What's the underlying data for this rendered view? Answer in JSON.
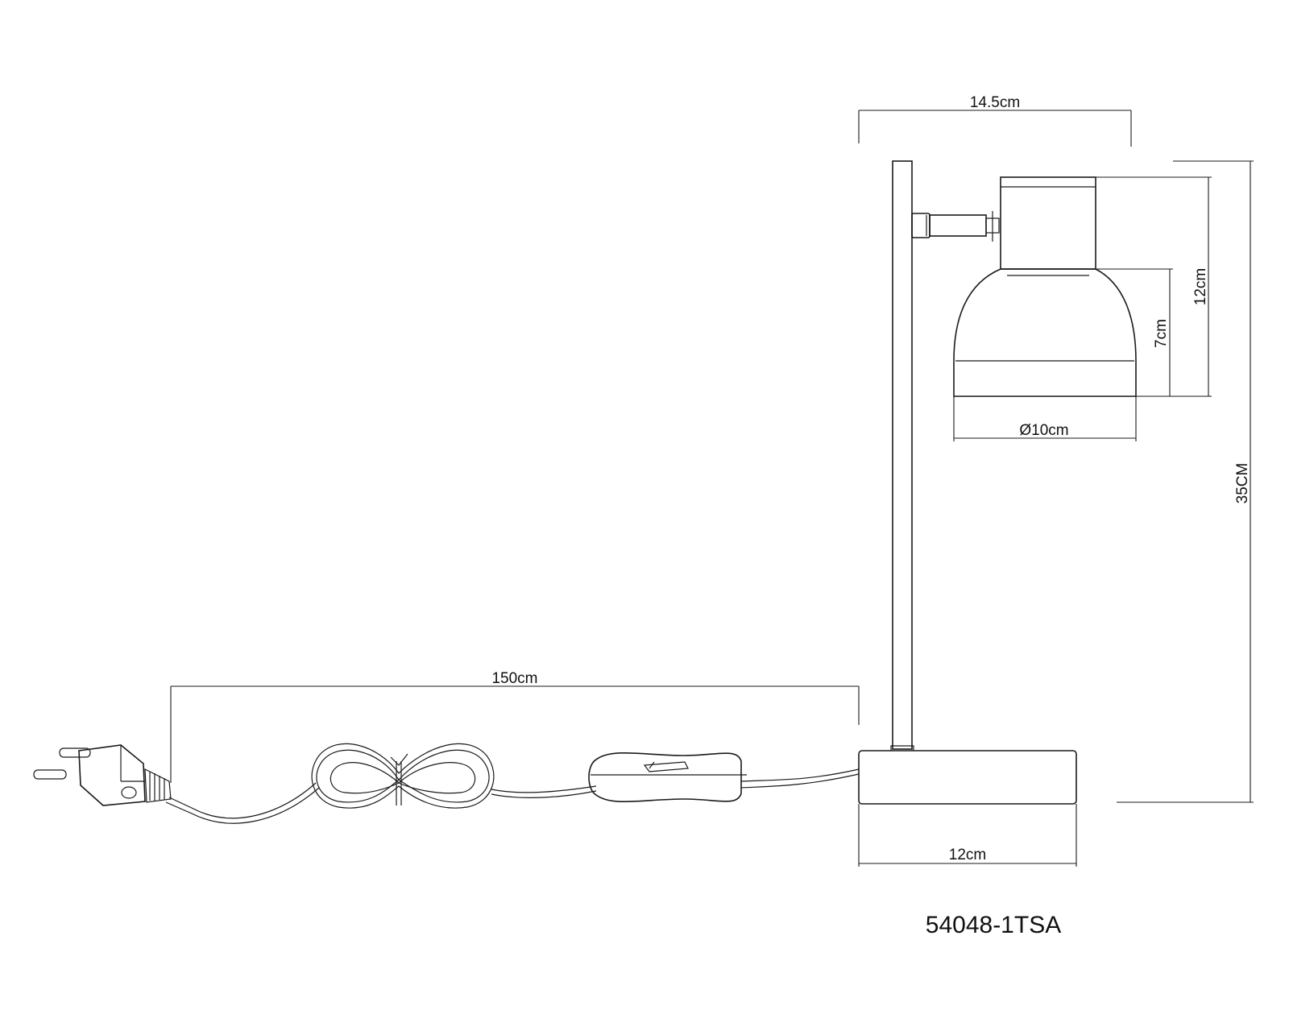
{
  "diagram": {
    "model_number": "54048-1TSA",
    "dimensions": {
      "shade_width": "14.5cm",
      "total_height": "35CM",
      "head_height": "12cm",
      "shade_height": "7cm",
      "shade_diameter": "Ø10cm",
      "base_width": "12cm",
      "cable_length": "150cm"
    },
    "colors": {
      "line": "#1a1a1a",
      "background": "#ffffff"
    }
  }
}
